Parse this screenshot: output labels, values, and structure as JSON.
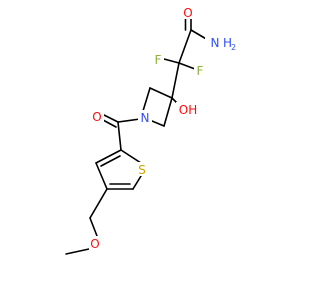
{
  "labels": {
    "nh2_n": "N",
    "nh2_h": "H",
    "nh2_sub": "2",
    "o_amide": "O",
    "f_left": "F",
    "f_right": "F",
    "oh": "OH",
    "n_ring": "N",
    "o_carbonyl": "O",
    "s_ring": "S",
    "o_ether": "O"
  },
  "colors": {
    "bond": "#000000",
    "nitrogen": "#3050f8",
    "oxygen": "#ff0d0d",
    "fluorine": "#8fb23c",
    "sulfur": "#c8a800"
  }
}
